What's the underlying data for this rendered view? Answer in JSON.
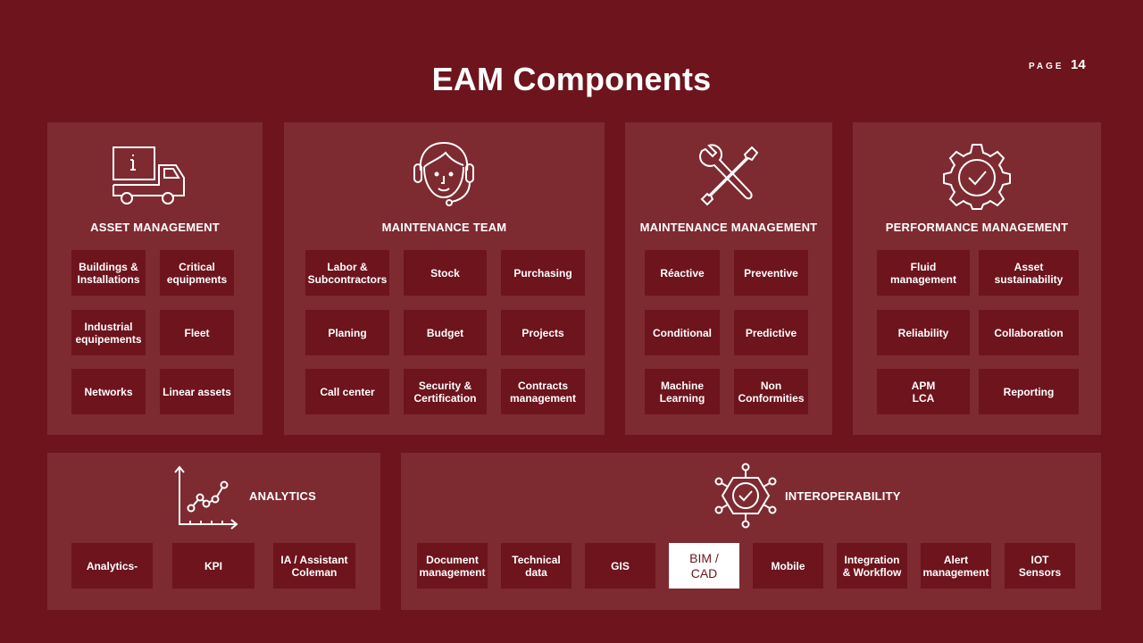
{
  "header": {
    "title": "EAM Components",
    "page_label": "PAGE",
    "page_number": "14"
  },
  "colors": {
    "background": "#6d141d",
    "panel": "#7e2a31",
    "tile": "#6d141d",
    "text": "#ffffff",
    "active_tile": "#ffffff"
  },
  "asset": {
    "icon": "truck-info-icon",
    "title": "ASSET MANAGEMENT",
    "items": [
      "Buildings &\nInstallations",
      "Critical\nequipments",
      "Industrial\nequipements",
      "Fleet",
      "Networks",
      "Linear assets"
    ]
  },
  "team": {
    "icon": "headset-person-icon",
    "title": "MAINTENANCE TEAM",
    "items": [
      "Labor &\nSubcontractors",
      "Stock",
      "Purchasing",
      "Planing",
      "Budget",
      "Projects",
      "Call center",
      "Security  &\nCertification",
      "Contracts\nmanagement"
    ]
  },
  "maint": {
    "icon": "wrench-screwdriver-icon",
    "title": "MAINTENANCE MANAGEMENT",
    "items": [
      "Réactive",
      "Preventive",
      "Conditional",
      "Predictive",
      "Machine\nLearning",
      "Non\nConformities"
    ]
  },
  "perf": {
    "icon": "gear-check-icon",
    "title": "PERFORMANCE MANAGEMENT",
    "items": [
      "Fluid\nmanagement",
      "Asset\nsustainability",
      "Reliability",
      "Collaboration",
      "APM\nLCA",
      "Reporting"
    ]
  },
  "analytics": {
    "icon": "line-chart-icon",
    "title": "ANALYTICS",
    "items": [
      "Analytics-",
      "KPI",
      "IA / Assistant\nColeman"
    ]
  },
  "interop": {
    "icon": "hexagon-network-check-icon",
    "title": "INTEROPERABILITY",
    "items": [
      "Document\nmanagement",
      "Technical\ndata",
      "GIS",
      "BIM /\nCAD",
      "Mobile",
      "Integration\n& Workflow",
      "Alert\nmanagement",
      "IOT\nSensors"
    ],
    "selected": "BIM /\nCAD"
  }
}
